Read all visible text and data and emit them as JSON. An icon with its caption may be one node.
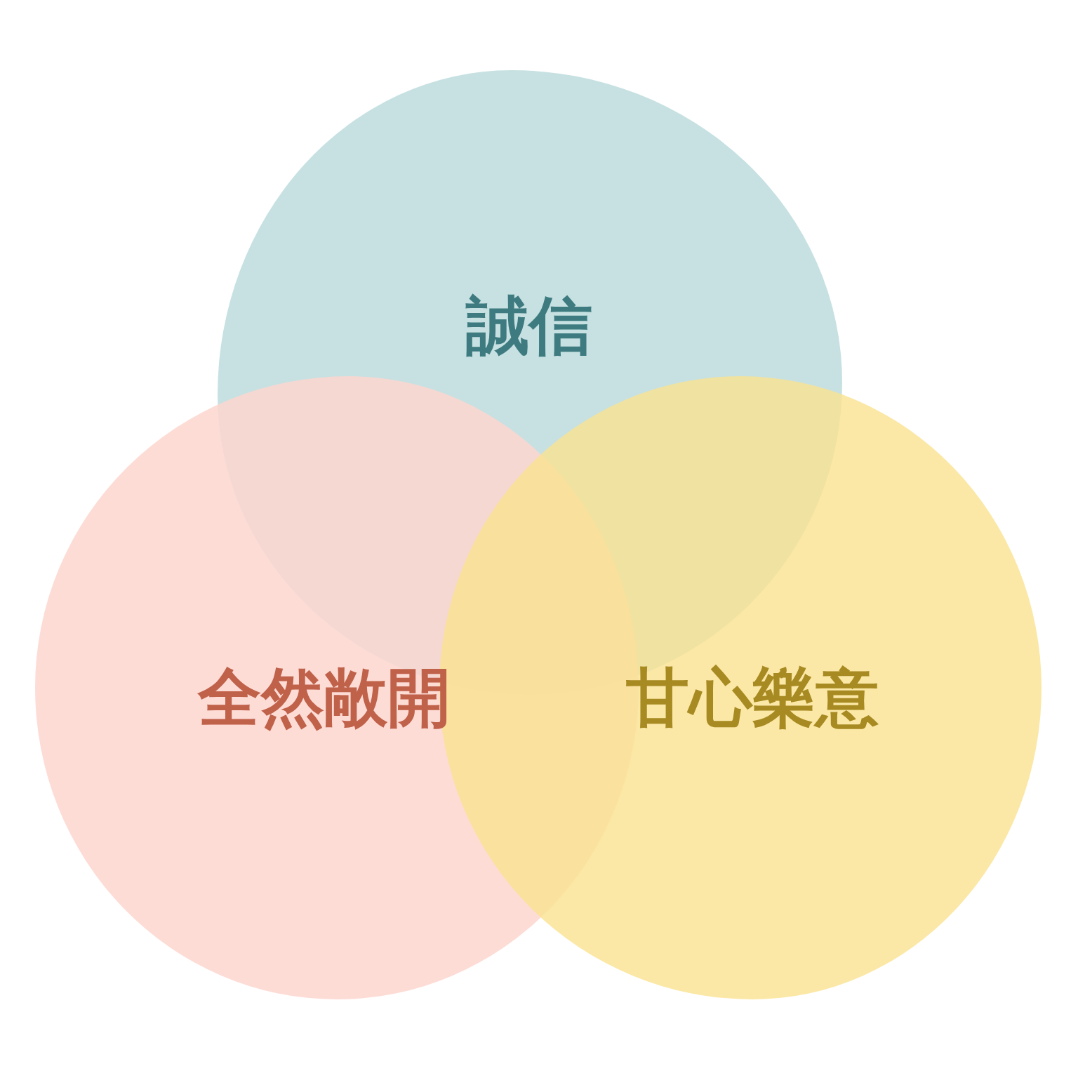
{
  "diagram": {
    "nodes": [
      {
        "text": [
          "誠信"
        ]
      },
      {
        "text": [
          "全然敞開"
        ]
      },
      {
        "text": [
          "甘心樂意"
        ]
      }
    ]
  }
}
